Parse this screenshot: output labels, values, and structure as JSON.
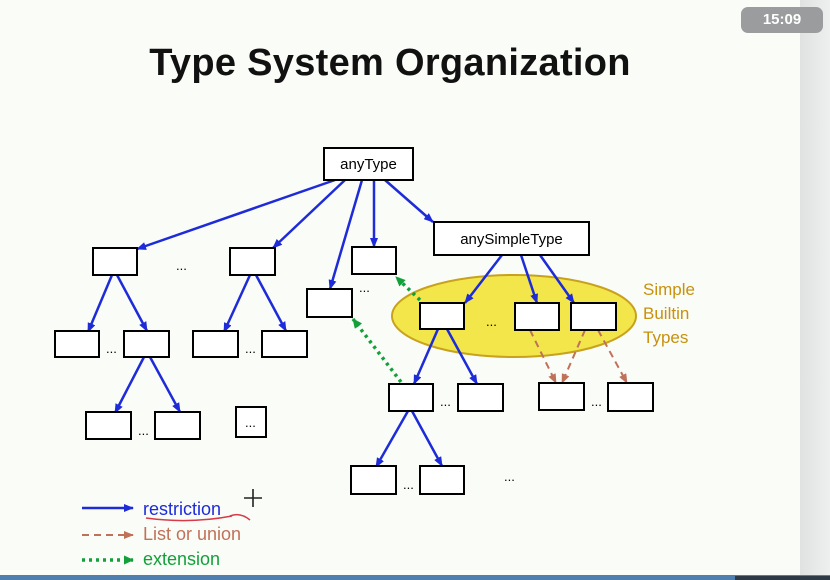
{
  "slide": {
    "title": "Type System Organization",
    "timestamp": "15:09"
  },
  "diagram": {
    "root_label": "anyType",
    "simple_root_label": "anySimpleType",
    "group_label_line1": "Simple",
    "group_label_line2": "Builtin",
    "group_label_line3": "Types",
    "ellipsis": "...",
    "colors": {
      "restriction": "#1d2bd8",
      "list_or_union": "#c0715a",
      "extension": "#13a03a",
      "group_fill": "#f2e64b",
      "group_label": "#c8910e"
    }
  },
  "legend": {
    "restriction": "restriction",
    "list_or_union": "List or union",
    "extension": "extension"
  }
}
